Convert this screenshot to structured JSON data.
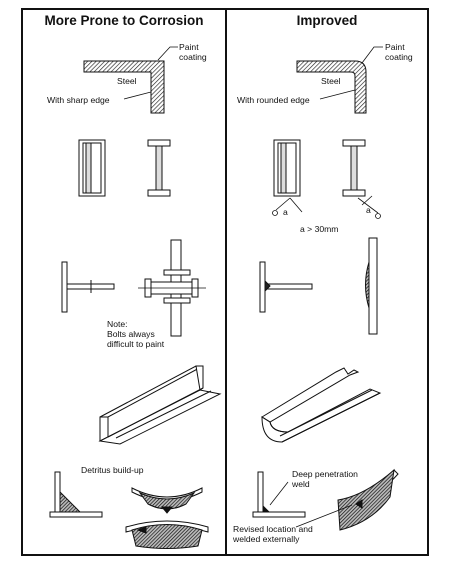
{
  "columns": {
    "left": {
      "header": "More Prone to Corrosion",
      "paint_label": "Paint\ncoating",
      "steel_label": "Steel",
      "edge_label": "With sharp edge",
      "note": "Note:\nBolts always\ndifficult to paint",
      "detritus_label": "Detritus build-up"
    },
    "right": {
      "header": "Improved",
      "paint_label": "Paint\ncoating",
      "steel_label": "Steel",
      "edge_label": "With rounded edge",
      "gap_label": "a > 30mm",
      "gap_symbol": "a",
      "weld_label": "Deep penetration\nweld",
      "revised_label": "Revised location and\nwelded externally"
    }
  }
}
